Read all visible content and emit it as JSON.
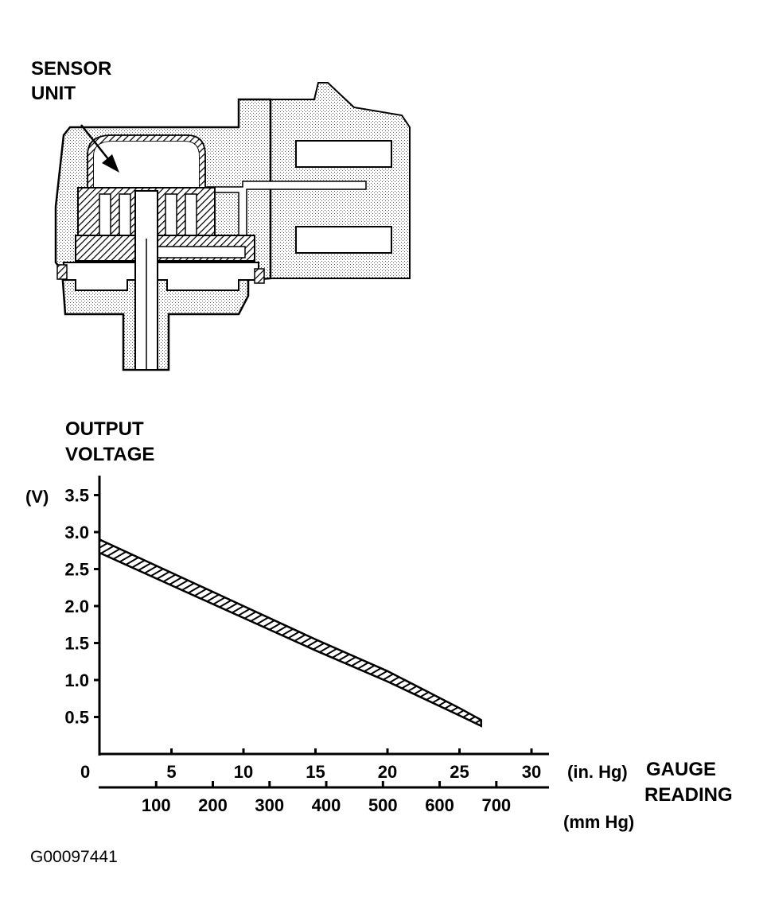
{
  "sensor_diagram": {
    "label_line1": "SENSOR",
    "label_line2": "UNIT"
  },
  "chart_data": {
    "type": "line",
    "title_line1": "OUTPUT",
    "title_line2": "VOLTAGE",
    "y_unit": "(V)",
    "y_ticks": [
      "3.5",
      "3.0",
      "2.5",
      "2.0",
      "1.5",
      "1.0",
      "0.5"
    ],
    "y_tick_values": [
      3.5,
      3.0,
      2.5,
      2.0,
      1.5,
      1.0,
      0.5
    ],
    "ylim": [
      0,
      3.7
    ],
    "origin_label": "0",
    "x_ticks_inhg": [
      "5",
      "10",
      "15",
      "20",
      "25",
      "30"
    ],
    "x_tick_values_inhg": [
      5,
      10,
      15,
      20,
      25,
      30
    ],
    "xlim_inhg": [
      0,
      31.5
    ],
    "x_unit_inhg": "(in. Hg)",
    "x_ticks_mmhg": [
      "100",
      "200",
      "300",
      "400",
      "500",
      "600",
      "700"
    ],
    "x_tick_values_mmhg": [
      100,
      200,
      300,
      400,
      500,
      600,
      700
    ],
    "x_unit_mmhg": "(mm Hg)",
    "xlabel_line1": "GAUGE",
    "xlabel_line2": "READING",
    "series": [
      {
        "x_inhg": [
          0,
          5,
          10,
          15,
          20,
          25,
          26.5
        ],
        "y_upper": [
          2.9,
          2.45,
          2.0,
          1.55,
          1.12,
          0.62,
          0.46
        ],
        "y_lower": [
          2.72,
          2.28,
          1.84,
          1.4,
          0.98,
          0.52,
          0.38
        ]
      }
    ]
  },
  "figure_id": "G00097441"
}
